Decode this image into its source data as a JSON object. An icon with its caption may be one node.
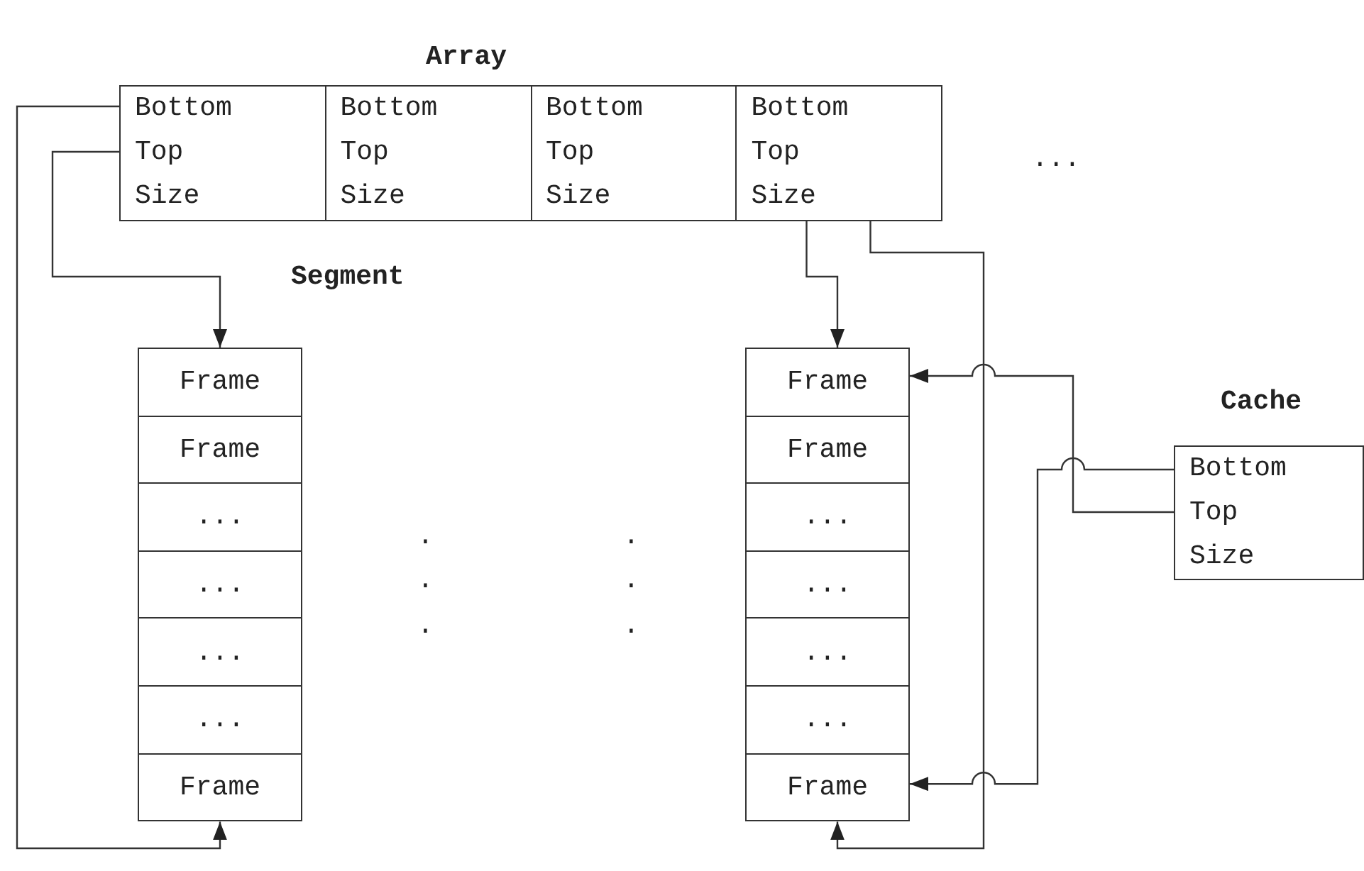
{
  "diagram": {
    "nodes": [
      {
        "text": [
          "Array"
        ]
      },
      {
        "text": [
          "Bottom",
          "Top",
          "Size"
        ],
        "in": 0
      },
      {
        "text": [
          "Bottom",
          "Top",
          "Size"
        ],
        "in": 0
      },
      {
        "text": [
          "Bottom",
          "Top",
          "Size"
        ],
        "in": 0
      },
      {
        "text": [
          "Bottom",
          "Top",
          "Size"
        ],
        "in": 0
      },
      {
        "text": [
          "Segment"
        ]
      },
      {
        "text": [
          "Frame"
        ],
        "in": 5
      },
      {
        "text": [
          "Frame"
        ],
        "in": 5
      },
      {
        "text": [
          "..."
        ],
        "in": 5
      },
      {
        "text": [
          "..."
        ],
        "in": 5
      },
      {
        "text": [
          "..."
        ],
        "in": 5
      },
      {
        "text": [
          "..."
        ],
        "in": 5
      },
      {
        "text": [
          "Frame"
        ],
        "in": 5
      },
      {
        "text": [],
        "shape": "box"
      },
      {
        "text": [
          "Frame"
        ],
        "in": 13
      },
      {
        "text": [
          "Frame"
        ],
        "in": 13
      },
      {
        "text": [
          "..."
        ],
        "in": 13
      },
      {
        "text": [
          "..."
        ],
        "in": 13
      },
      {
        "text": [
          "..."
        ],
        "in": 13
      },
      {
        "text": [
          "..."
        ],
        "in": 13
      },
      {
        "text": [
          "Frame"
        ],
        "in": 13
      },
      {
        "text": [
          "Cache",
          "Bottom",
          "Top",
          "Size"
        ]
      }
    ],
    "edges": [
      {
        "from": 1,
        "to": 12,
        "arrow": "to"
      },
      {
        "from": 1,
        "to": 6,
        "arrow": "to"
      },
      {
        "from": 4,
        "to": 14,
        "arrow": "to"
      },
      {
        "from": 4,
        "to": 20,
        "arrow": "to"
      },
      {
        "from": 21,
        "to": 14,
        "arrow": "to"
      },
      {
        "from": 21,
        "to": 20,
        "arrow": "to"
      }
    ],
    "labels": [
      "...",
      ".",
      ".",
      ".",
      ".",
      ".",
      "."
    ]
  }
}
